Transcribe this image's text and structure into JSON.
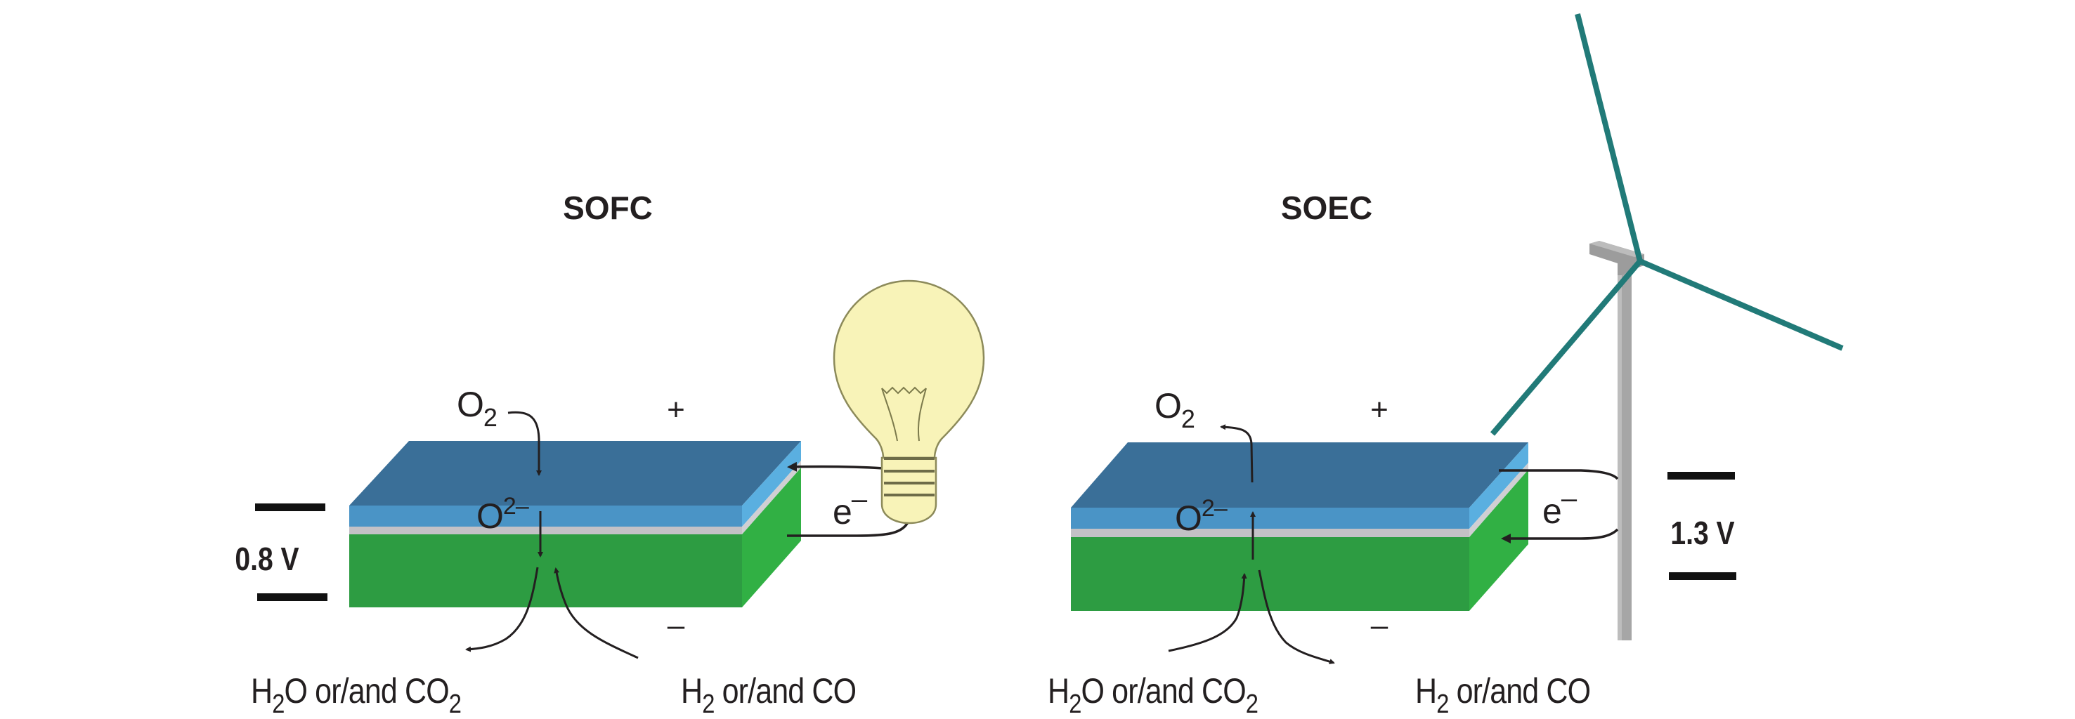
{
  "sofc": {
    "title": "SOFC",
    "oxygen_label": "O",
    "oxygen_sub": "2",
    "ion_label": "O",
    "ion_sup": "2–",
    "plus_sign": "+",
    "minus_sign": "–",
    "electron_label": "e",
    "electron_sup": "–",
    "voltage": "0.8 V",
    "left_product": {
      "a": "H",
      "a_sub": "2",
      "b": "O or/and CO",
      "b_sub": "2"
    },
    "right_feed": {
      "a": "H",
      "a_sub": "2",
      "b": " or/and CO"
    },
    "load_icon": "lightbulb-icon"
  },
  "soec": {
    "title": "SOEC",
    "oxygen_label": "O",
    "oxygen_sub": "2",
    "ion_label": "O",
    "ion_sup": "2–",
    "plus_sign": "+",
    "minus_sign": "–",
    "electron_label": "e",
    "electron_sup": "–",
    "voltage": "1.3 V",
    "left_feed": {
      "a": "H",
      "a_sub": "2",
      "b": "O or/and CO",
      "b_sub": "2"
    },
    "right_product": {
      "a": "H",
      "a_sub": "2",
      "b": " or/and CO"
    },
    "source_icon": "wind-turbine-icon"
  },
  "colors": {
    "top_face": "#3a6f98",
    "air_electrode_front": "#4a94c6",
    "air_electrode_side": "#5aafe0",
    "electrolyte": "#c3c1c6",
    "fuel_electrode_front": "#2d9c42",
    "fuel_electrode_side": "#31b044",
    "bulb_fill": "#f8f3b8",
    "bulb_stroke": "#8c8a5a",
    "turbine_blade": "#217a78",
    "turbine_tower": "#a6a6a6"
  }
}
